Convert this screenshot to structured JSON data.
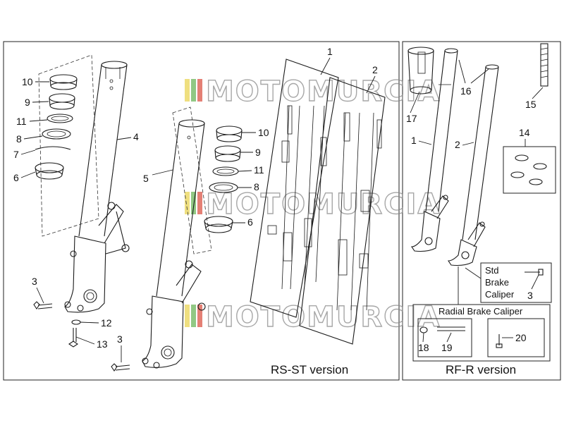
{
  "panels": {
    "left_caption": "RS-ST version",
    "right_caption": "RF-R version"
  },
  "watermark": {
    "text": "MOTOMURCIA",
    "stripe_colors": [
      "#e8d24a",
      "#62b050",
      "#d84a3a"
    ]
  },
  "callouts_left": {
    "c1": "1",
    "c2": "2",
    "c3a": "3",
    "c3b": "3",
    "c4": "4",
    "c5": "5",
    "c6a": "6",
    "c6b": "6",
    "c7": "7",
    "c8a": "8",
    "c8b": "8",
    "c9a": "9",
    "c9b": "9",
    "c10a": "10",
    "c10b": "10",
    "c11a": "11",
    "c11b": "11",
    "c12": "12",
    "c13": "13"
  },
  "callouts_right": {
    "c1": "1",
    "c2": "2",
    "c3": "3",
    "c14": "14",
    "c15": "15",
    "c16": "16",
    "c17": "17",
    "c18": "18",
    "c19": "19",
    "c20": "20"
  },
  "std_brake": {
    "line1": "Std",
    "line2": "Brake",
    "line3": "Caliper"
  },
  "radial_brake": {
    "title": "Radial Brake Caliper"
  }
}
